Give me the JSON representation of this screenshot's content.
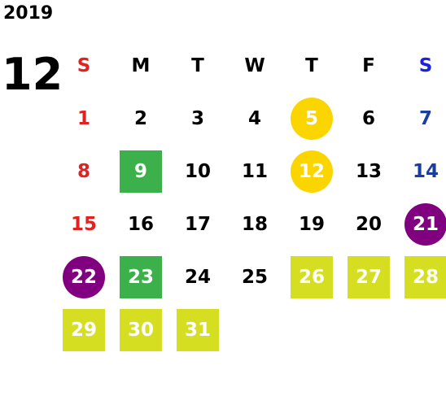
{
  "year": "2019",
  "month": "12",
  "colors": {
    "sunday": "#e02222",
    "saturday": "#1a3ea0",
    "saturday_header": "#1a22e0",
    "text": "#000000",
    "yellow": "#fbd500",
    "green": "#3cb04a",
    "purple": "#800080",
    "lime": "#d6de22",
    "white": "#ffffff"
  },
  "weekdays": [
    {
      "label": "S",
      "color": "#e02222"
    },
    {
      "label": "M",
      "color": "#000000"
    },
    {
      "label": "T",
      "color": "#000000"
    },
    {
      "label": "W",
      "color": "#000000"
    },
    {
      "label": "T",
      "color": "#000000"
    },
    {
      "label": "F",
      "color": "#000000"
    },
    {
      "label": "S",
      "color": "#1a22e0"
    }
  ],
  "days": [
    {
      "day": "1",
      "col": 0,
      "row": 0,
      "color": "#e02222",
      "mark": "none",
      "bg": ""
    },
    {
      "day": "2",
      "col": 1,
      "row": 0,
      "color": "#000000",
      "mark": "none",
      "bg": ""
    },
    {
      "day": "3",
      "col": 2,
      "row": 0,
      "color": "#000000",
      "mark": "none",
      "bg": ""
    },
    {
      "day": "4",
      "col": 3,
      "row": 0,
      "color": "#000000",
      "mark": "none",
      "bg": ""
    },
    {
      "day": "5",
      "col": 4,
      "row": 0,
      "color": "#ffffff",
      "mark": "circle",
      "bg": "#fbd500"
    },
    {
      "day": "6",
      "col": 5,
      "row": 0,
      "color": "#000000",
      "mark": "none",
      "bg": ""
    },
    {
      "day": "7",
      "col": 6,
      "row": 0,
      "color": "#1a3ea0",
      "mark": "none",
      "bg": ""
    },
    {
      "day": "8",
      "col": 0,
      "row": 1,
      "color": "#e02222",
      "mark": "none",
      "bg": ""
    },
    {
      "day": "9",
      "col": 1,
      "row": 1,
      "color": "#ffffff",
      "mark": "square",
      "bg": "#3cb04a"
    },
    {
      "day": "10",
      "col": 2,
      "row": 1,
      "color": "#000000",
      "mark": "none",
      "bg": ""
    },
    {
      "day": "11",
      "col": 3,
      "row": 1,
      "color": "#000000",
      "mark": "none",
      "bg": ""
    },
    {
      "day": "12",
      "col": 4,
      "row": 1,
      "color": "#ffffff",
      "mark": "circle",
      "bg": "#fbd500"
    },
    {
      "day": "13",
      "col": 5,
      "row": 1,
      "color": "#000000",
      "mark": "none",
      "bg": ""
    },
    {
      "day": "14",
      "col": 6,
      "row": 1,
      "color": "#1a3ea0",
      "mark": "none",
      "bg": ""
    },
    {
      "day": "15",
      "col": 0,
      "row": 2,
      "color": "#e02222",
      "mark": "none",
      "bg": ""
    },
    {
      "day": "16",
      "col": 1,
      "row": 2,
      "color": "#000000",
      "mark": "none",
      "bg": ""
    },
    {
      "day": "17",
      "col": 2,
      "row": 2,
      "color": "#000000",
      "mark": "none",
      "bg": ""
    },
    {
      "day": "18",
      "col": 3,
      "row": 2,
      "color": "#000000",
      "mark": "none",
      "bg": ""
    },
    {
      "day": "19",
      "col": 4,
      "row": 2,
      "color": "#000000",
      "mark": "none",
      "bg": ""
    },
    {
      "day": "20",
      "col": 5,
      "row": 2,
      "color": "#000000",
      "mark": "none",
      "bg": ""
    },
    {
      "day": "21",
      "col": 6,
      "row": 2,
      "color": "#ffffff",
      "mark": "circle",
      "bg": "#800080"
    },
    {
      "day": "22",
      "col": 0,
      "row": 3,
      "color": "#ffffff",
      "mark": "circle",
      "bg": "#800080"
    },
    {
      "day": "23",
      "col": 1,
      "row": 3,
      "color": "#ffffff",
      "mark": "square",
      "bg": "#3cb04a"
    },
    {
      "day": "24",
      "col": 2,
      "row": 3,
      "color": "#000000",
      "mark": "none",
      "bg": ""
    },
    {
      "day": "25",
      "col": 3,
      "row": 3,
      "color": "#000000",
      "mark": "none",
      "bg": ""
    },
    {
      "day": "26",
      "col": 4,
      "row": 3,
      "color": "#ffffff",
      "mark": "square",
      "bg": "#d6de22"
    },
    {
      "day": "27",
      "col": 5,
      "row": 3,
      "color": "#ffffff",
      "mark": "square",
      "bg": "#d6de22"
    },
    {
      "day": "28",
      "col": 6,
      "row": 3,
      "color": "#ffffff",
      "mark": "square",
      "bg": "#d6de22"
    },
    {
      "day": "29",
      "col": 0,
      "row": 4,
      "color": "#ffffff",
      "mark": "square",
      "bg": "#d6de22"
    },
    {
      "day": "30",
      "col": 1,
      "row": 4,
      "color": "#ffffff",
      "mark": "square",
      "bg": "#d6de22"
    },
    {
      "day": "31",
      "col": 2,
      "row": 4,
      "color": "#ffffff",
      "mark": "square",
      "bg": "#d6de22"
    }
  ]
}
